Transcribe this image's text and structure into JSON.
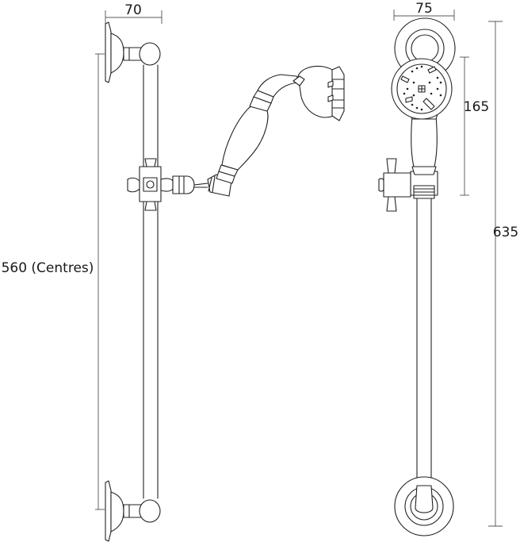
{
  "dimensions": {
    "top_width_side": "70",
    "top_width_front": "75",
    "centres": "560 (Centres)",
    "head_height": "165",
    "overall_height": "635"
  },
  "colors": {
    "line": "#222222",
    "background": "#ffffff"
  }
}
